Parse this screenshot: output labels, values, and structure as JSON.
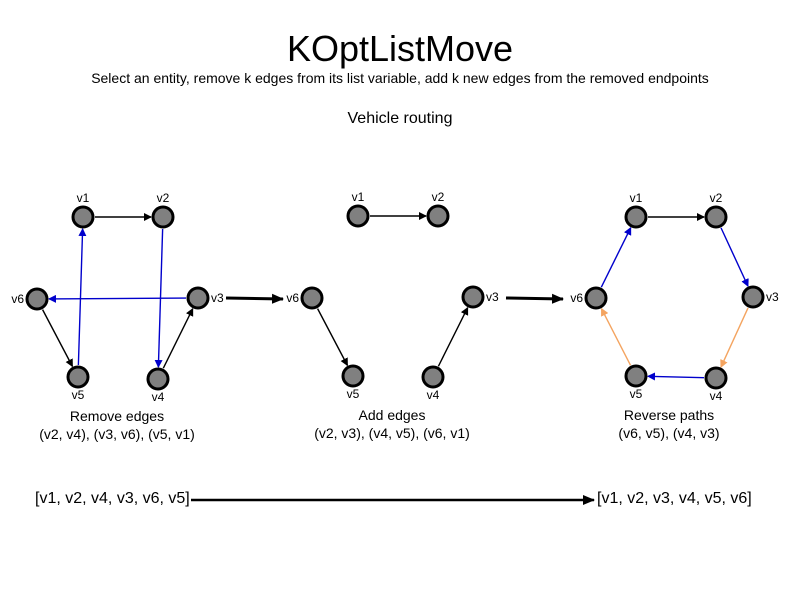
{
  "header": {
    "title": "KOptListMove",
    "subtitle": "Select an entity, remove k edges from its list variable, add k new edges from the removed endpoints",
    "section": "Vehicle routing"
  },
  "colors": {
    "black": "#000000",
    "blue": "#0000cc",
    "orange": "#f4a460",
    "node_fill": "#808080"
  },
  "panels": [
    {
      "caption": [
        "Remove edges",
        "(v2, v4), (v3, v6), (v5, v1)"
      ],
      "nodes": [
        {
          "id": "v1",
          "label": "v1"
        },
        {
          "id": "v2",
          "label": "v2"
        },
        {
          "id": "v3",
          "label": "v3"
        },
        {
          "id": "v4",
          "label": "v4"
        },
        {
          "id": "v5",
          "label": "v5"
        },
        {
          "id": "v6",
          "label": "v6"
        }
      ],
      "edges": [
        {
          "from": "v1",
          "to": "v2",
          "color": "black"
        },
        {
          "from": "v2",
          "to": "v4",
          "color": "blue"
        },
        {
          "from": "v4",
          "to": "v3",
          "color": "black"
        },
        {
          "from": "v3",
          "to": "v6",
          "color": "blue"
        },
        {
          "from": "v6",
          "to": "v5",
          "color": "black"
        },
        {
          "from": "v5",
          "to": "v1",
          "color": "blue"
        }
      ]
    },
    {
      "caption": [
        "Add edges",
        "(v2, v3), (v4, v5), (v6, v1)"
      ],
      "nodes": [
        {
          "id": "v1",
          "label": "v1"
        },
        {
          "id": "v2",
          "label": "v2"
        },
        {
          "id": "v3",
          "label": "v3"
        },
        {
          "id": "v4",
          "label": "v4"
        },
        {
          "id": "v5",
          "label": "v5"
        },
        {
          "id": "v6",
          "label": "v6"
        }
      ],
      "edges": [
        {
          "from": "v1",
          "to": "v2",
          "color": "black"
        },
        {
          "from": "v4",
          "to": "v3",
          "color": "black"
        },
        {
          "from": "v6",
          "to": "v5",
          "color": "black"
        }
      ]
    },
    {
      "caption": [
        "Reverse paths",
        "(v6, v5), (v4, v3)"
      ],
      "nodes": [
        {
          "id": "v1",
          "label": "v1"
        },
        {
          "id": "v2",
          "label": "v2"
        },
        {
          "id": "v3",
          "label": "v3"
        },
        {
          "id": "v4",
          "label": "v4"
        },
        {
          "id": "v5",
          "label": "v5"
        },
        {
          "id": "v6",
          "label": "v6"
        }
      ],
      "edges": [
        {
          "from": "v1",
          "to": "v2",
          "color": "black"
        },
        {
          "from": "v2",
          "to": "v3",
          "color": "blue"
        },
        {
          "from": "v3",
          "to": "v4",
          "color": "orange"
        },
        {
          "from": "v4",
          "to": "v5",
          "color": "blue"
        },
        {
          "from": "v5",
          "to": "v6",
          "color": "orange"
        },
        {
          "from": "v6",
          "to": "v1",
          "color": "blue"
        }
      ]
    }
  ],
  "lists": {
    "before": "[v1, v2, v4, v3, v6, v5]",
    "after": "[v1, v2, v3, v4, v5, v6]"
  }
}
